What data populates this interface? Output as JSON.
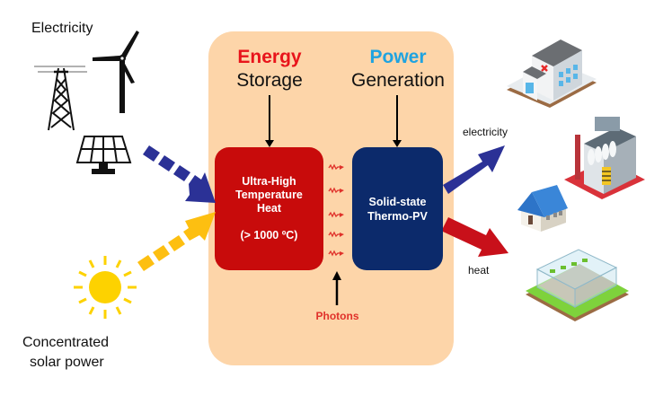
{
  "diagram": {
    "inputs": {
      "electricity_label": "Electricity",
      "solar_label_line1": "Concentrated",
      "solar_label_line2": "solar power",
      "icons": [
        "transmission-tower-icon",
        "wind-turbine-icon",
        "solar-panel-icon",
        "sun-icon"
      ]
    },
    "system": {
      "storage": {
        "header_colored": "Energy",
        "header_sub": "Storage",
        "header_color": "#e8141b",
        "box_lines": [
          "Ultra-High",
          "Temperature",
          "Heat",
          "",
          "(> 1000 ºC)"
        ],
        "box_color": "#c80b0b"
      },
      "generation": {
        "header_colored": "Power",
        "header_sub": "Generation",
        "header_color": "#1fa3e0",
        "box_lines": [
          "Solid-state",
          "Thermo-PV"
        ],
        "box_color": "#0c2a6b"
      },
      "photons_label": "Photons",
      "photons_color": "#e0312a",
      "panel_color": "#fdd5a9"
    },
    "outputs": {
      "electricity_label": "electricity",
      "heat_label": "heat",
      "icons": [
        "hospital-icon",
        "factory-icon",
        "house-icon",
        "greenhouse-icon"
      ]
    },
    "arrow_colors": {
      "electricity_in": "#2b3196",
      "solar_in": "#fdbf11",
      "electricity_out": "#2b3196",
      "heat_out": "#c8101a"
    }
  }
}
